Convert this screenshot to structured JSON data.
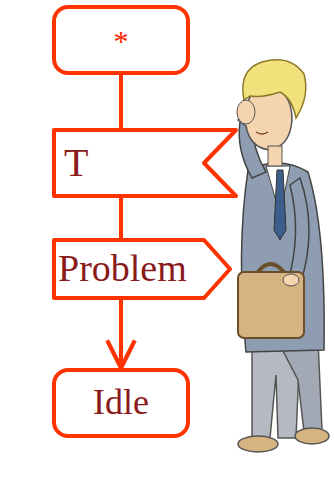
{
  "diagram": {
    "nodes": [
      {
        "text": [
          "*"
        ]
      },
      {
        "text": [
          "T"
        ]
      },
      {
        "text": [
          "Problem"
        ]
      },
      {
        "text": [
          "Idle"
        ]
      }
    ],
    "edges": [
      {
        "from": 0,
        "to": 1,
        "arrow": "none"
      },
      {
        "from": 1,
        "to": 2,
        "arrow": "none"
      },
      {
        "from": 2,
        "to": 3,
        "arrow": "to"
      }
    ]
  }
}
